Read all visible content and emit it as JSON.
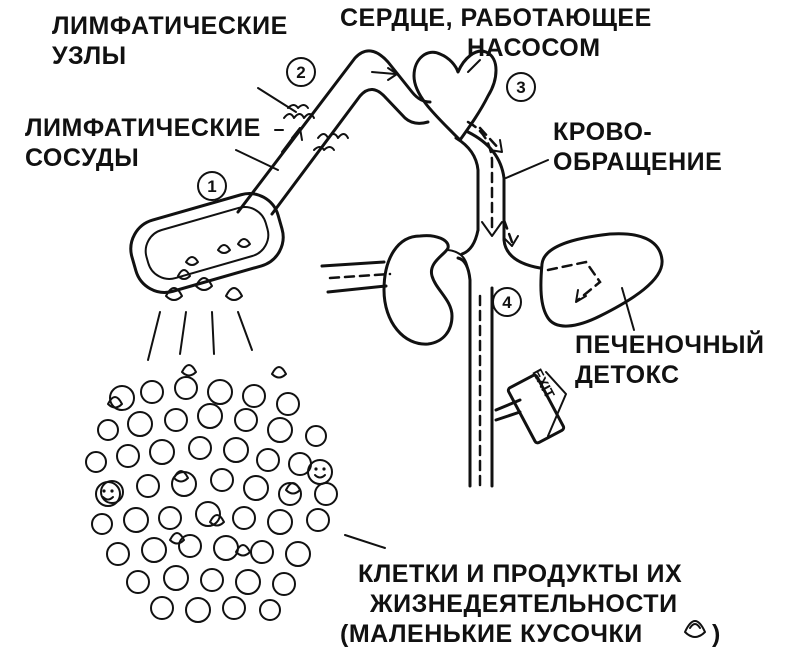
{
  "labels": {
    "lymph_nodes": [
      "ЛИМФАТИЧЕСКИЕ",
      "УЗЛЫ"
    ],
    "heart": [
      "СЕРДЦЕ, РАБОТАЮЩЕЕ",
      "НАСОСОМ"
    ],
    "lymph_vessels": [
      "ЛИМФАТИЧЕСКИЕ",
      "СОСУДЫ"
    ],
    "circulation": [
      "КРОВО-",
      "ОБРАЩЕНИЕ"
    ],
    "liver_detox": [
      "ПЕЧЕНОЧНЫЙ",
      "ДЕТОКС"
    ],
    "cells": [
      "КЛЕТКИ И ПРОДУКТЫ ИХ",
      "ЖИЗНЕДЕЯТЕЛЬНОСТИ",
      "(МАЛЕНЬКИЕ КУСОЧКИ",
      ")"
    ]
  },
  "steps": [
    "1",
    "2",
    "3",
    "4"
  ],
  "exit_sign": "EXIT",
  "colors": {
    "ink": "#111111",
    "background": "#ffffff"
  }
}
